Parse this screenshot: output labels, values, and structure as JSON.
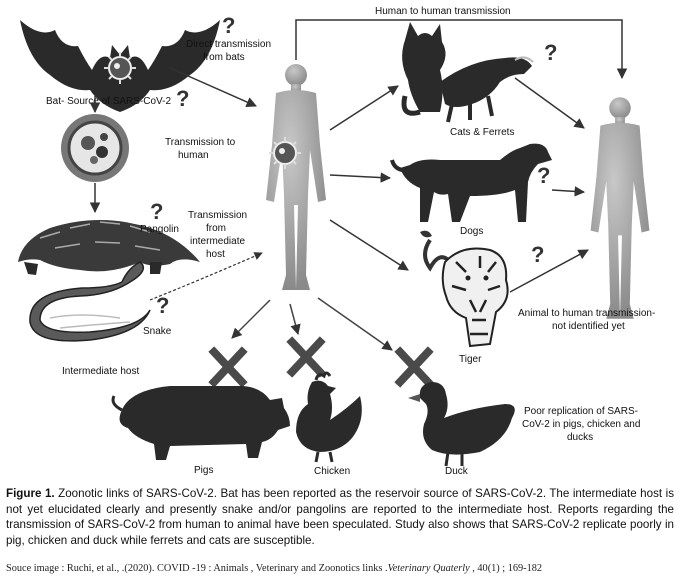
{
  "labels": {
    "bat": "Bat- Source of SARS-CoV-2",
    "direct_line1": "Direct transmission",
    "direct_line2": "from bats",
    "human_to_human": "Human to human transmission",
    "trans_human_line1": "Transmission to",
    "trans_human_line2": "human",
    "pangolin": "Pangolin",
    "trans_inter_line1": "Transmission",
    "trans_inter_line2": "from",
    "trans_inter_line3": "intermediate",
    "trans_inter_line4": "host",
    "snake": "Snake",
    "intermediate_host": "Intermediate host",
    "cats_ferrets": "Cats & Ferrets",
    "dogs": "Dogs",
    "tiger": "Tiger",
    "animal_line1": "Animal to human transmission-",
    "animal_line2": "not identified yet",
    "pigs": "Pigs",
    "chicken": "Chicken",
    "duck": "Duck",
    "poor_line1": "Poor replication of SARS-",
    "poor_line2": "CoV-2 in pigs, chicken and",
    "poor_line3": "ducks",
    "question_mark": "?"
  },
  "caption": {
    "figure_label": "Figure 1.",
    "text": "Zoonotic links of SARS-CoV-2. Bat has been reported as the reservoir source of SARS-CoV-2. The intermediate host is not yet elucidated clearly and presently snake and/or pangolins are reported to the intermediate host. Reports regarding the transmission of SARS-CoV-2 from human to animal have been speculated. Study also shows that SARS-CoV-2 replicate poorly in pig, chicken and duck while ferrets and cats are susceptible."
  },
  "source": {
    "prefix": "Souce image :  Ruchi, et al., .(2020). COVID -19 : Animals , Veterinary and Zoonotics links .",
    "journal": "Veterinary Quaterly",
    "suffix": " , 40(1) ; 169-182"
  },
  "colors": {
    "silhouette": "#2a2a2a",
    "human": "#9a9a9a",
    "arrow": "#333333",
    "cross": "#4a4a4a"
  }
}
